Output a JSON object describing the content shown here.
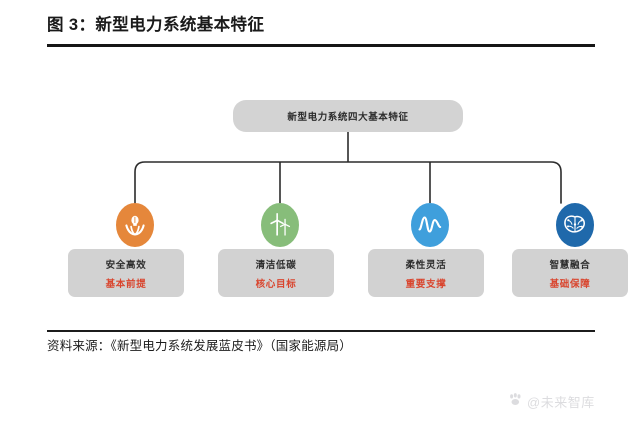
{
  "figure": {
    "title": "图 3：新型电力系统基本特征",
    "source_note": "资料来源：《新型电力系统发展蓝皮书》（国家能源局）"
  },
  "diagram": {
    "type": "tree",
    "root": {
      "label": "新型电力系统四大基本特征"
    },
    "branches": [
      {
        "icon_name": "hands-holding-bulb-icon",
        "icon_color": "#e5873b",
        "title": "安全高效",
        "subtitle": "基本前提",
        "subtitle_color": "#d9452e"
      },
      {
        "icon_name": "wind-turbine-icon",
        "icon_color": "#87bd7a",
        "title": "清洁低碳",
        "subtitle": "核心目标",
        "subtitle_color": "#d9452e"
      },
      {
        "icon_name": "waveform-pulse-icon",
        "icon_color": "#3f9fdc",
        "title": "柔性灵活",
        "subtitle": "重要支撑",
        "subtitle_color": "#d9452e"
      },
      {
        "icon_name": "brain-network-icon",
        "icon_color": "#1f69ab",
        "title": "智慧融合",
        "subtitle": "基础保障",
        "subtitle_color": "#d9452e"
      }
    ],
    "node_fill": "#d2d2d2",
    "connector_color": "#2b2b2b"
  },
  "watermark": {
    "text": "@未来智库",
    "icon_name": "paw-logo-icon"
  }
}
